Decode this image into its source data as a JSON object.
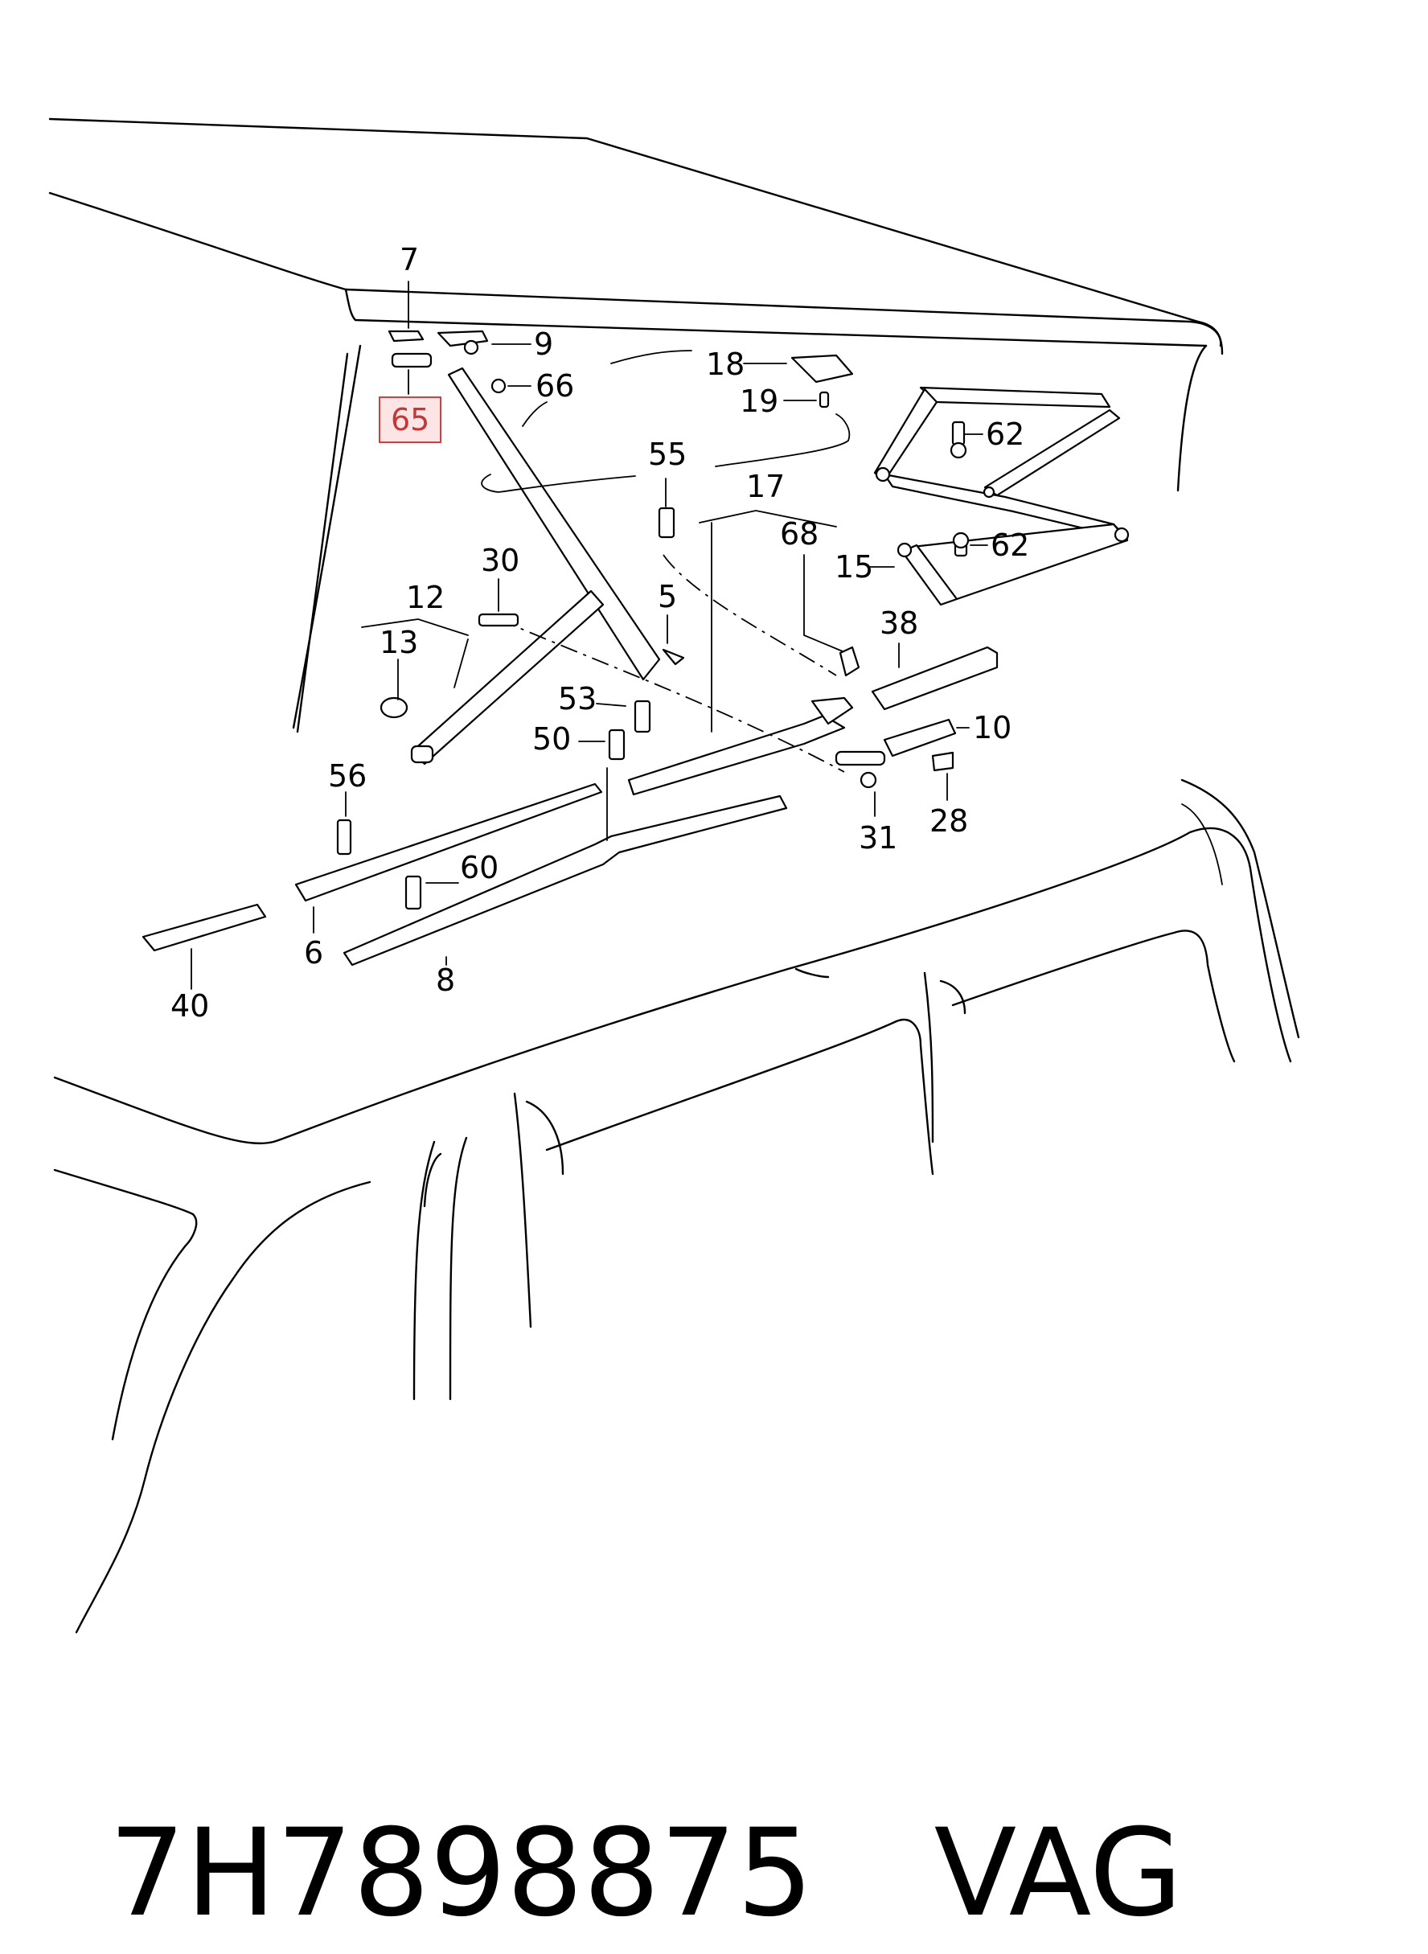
{
  "diagram": {
    "labels": {
      "l7": "7",
      "l9": "9",
      "l65": "65",
      "l66": "66",
      "l18": "18",
      "l19": "19",
      "l62a": "62",
      "l62b": "62",
      "l55": "55",
      "l17": "17",
      "l68": "68",
      "l15": "15",
      "l30": "30",
      "l12": "12",
      "l13": "13",
      "l5": "5",
      "l38": "38",
      "l53": "53",
      "l50": "50",
      "l10": "10",
      "l56": "56",
      "l31": "31",
      "l28": "28",
      "l60": "60",
      "l6": "6",
      "l8": "8",
      "l40": "40"
    },
    "highlighted_label": "65",
    "highlight_color": "#d04040"
  },
  "footer": {
    "part_number": "7H7898875",
    "brand": "VAG"
  }
}
